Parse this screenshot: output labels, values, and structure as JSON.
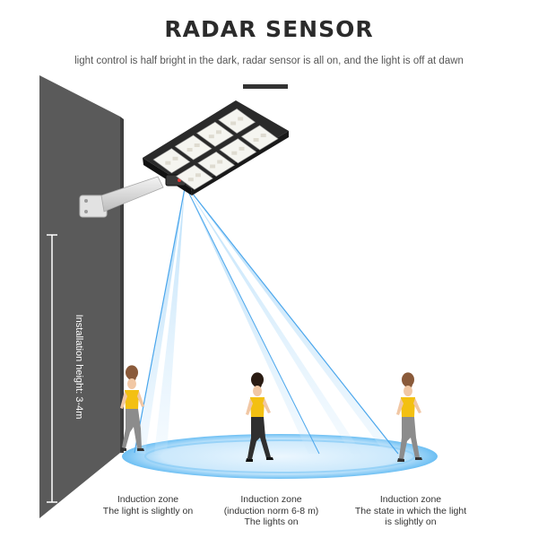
{
  "header": {
    "title": "RADAR SENSOR",
    "subtitle": "light control is half bright in the dark, radar sensor is all on, and the light is off at dawn"
  },
  "installation": {
    "label": "Installation height: 3-4m"
  },
  "zones": [
    {
      "lines": [
        "Induction zone",
        "The light is slightly on"
      ]
    },
    {
      "lines": [
        "Induction zone",
        "(induction norm 6-8 m)",
        "The lights on"
      ]
    },
    {
      "lines": [
        "Induction zone",
        "The state in which the light",
        "is slightly on"
      ]
    }
  ],
  "colors": {
    "wall": "#5a5a5a",
    "beam": "#a9d6f7",
    "beam_edge": "#4aa6ec",
    "ring": "#5cb8f2",
    "lamp_body": "#2a2a2a",
    "shirt": "#f3c012",
    "pants": "#3a3a3a"
  }
}
